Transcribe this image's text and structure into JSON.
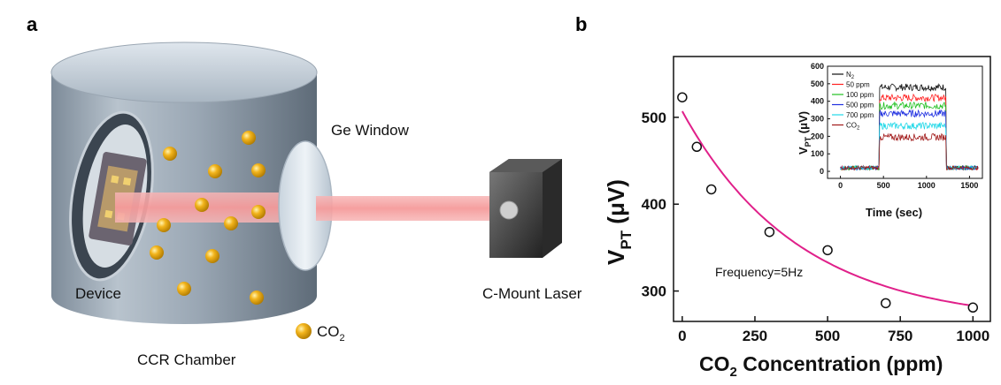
{
  "panel_a": {
    "label": "a",
    "ge_window_label": "Ge Window",
    "device_label": "Device",
    "laser_label": "C-Mount Laser",
    "legend_label": "CO",
    "legend_sub": "2",
    "chamber_label": "CCR Chamber",
    "colors": {
      "chamber": "#8d9aa8",
      "particle": "#f0b020",
      "beam": "#f7a8a8"
    }
  },
  "panel_b": {
    "label": "b",
    "annotation": "Frequency=5Hz",
    "ylabel_main": "V",
    "ylabel_sub": "PT",
    "ylabel_unit": " (μV)",
    "xlabel_pre": "CO",
    "xlabel_sub": "2",
    "xlabel_post": " Concentration (ppm)",
    "inset_ylabel_main": "V",
    "inset_ylabel_sub": "PT",
    "inset_ylabel_unit": " (μV)",
    "inset_xlabel": "Time (sec)",
    "fit_color": "#e0208a"
  },
  "chart_data": [
    {
      "type": "scatter",
      "x": [
        0,
        50,
        100,
        300,
        500,
        700,
        1000
      ],
      "series": [
        {
          "values": [
            523,
            466,
            417,
            368,
            347,
            286,
            281
          ],
          "marker": "open-circle"
        }
      ],
      "fit_curve": {
        "style": "exponential decay",
        "color": "#e0208a",
        "x": [
          0,
          1000
        ],
        "y_start": 507,
        "y_end": 283
      },
      "annotation": "Frequency=5Hz",
      "xlim": [
        -30,
        1060
      ],
      "ylim": [
        265,
        570
      ],
      "xticks": [
        "0",
        "250",
        "500",
        "750",
        "1000"
      ],
      "yticks": [
        "300",
        "400",
        "500"
      ],
      "grid": false
    },
    {
      "type": "line",
      "xlim": [
        -150,
        1650
      ],
      "ylim": [
        -40,
        600
      ],
      "xticks": [
        "0",
        "500",
        "1000",
        "1500"
      ],
      "yticks": [
        "0",
        "100",
        "200",
        "300",
        "400",
        "500",
        "600"
      ],
      "on_interval_sec": [
        450,
        1230
      ],
      "series": [
        {
          "name": "N",
          "name_sub": "2",
          "color": "#111111",
          "on_level": 480
        },
        {
          "name": "50 ppm",
          "color": "#ff2020",
          "on_level": 420
        },
        {
          "name": "100 ppm",
          "color": "#20c020",
          "on_level": 375
        },
        {
          "name": "500 ppm",
          "color": "#2030e0",
          "on_level": 330
        },
        {
          "name": "700 ppm",
          "color": "#20d8e8",
          "on_level": 260
        },
        {
          "name": "CO",
          "name_sub": "2",
          "color": "#a01818",
          "on_level": 195
        }
      ],
      "off_level": 20,
      "legend_position": "top-left",
      "grid": false
    }
  ]
}
